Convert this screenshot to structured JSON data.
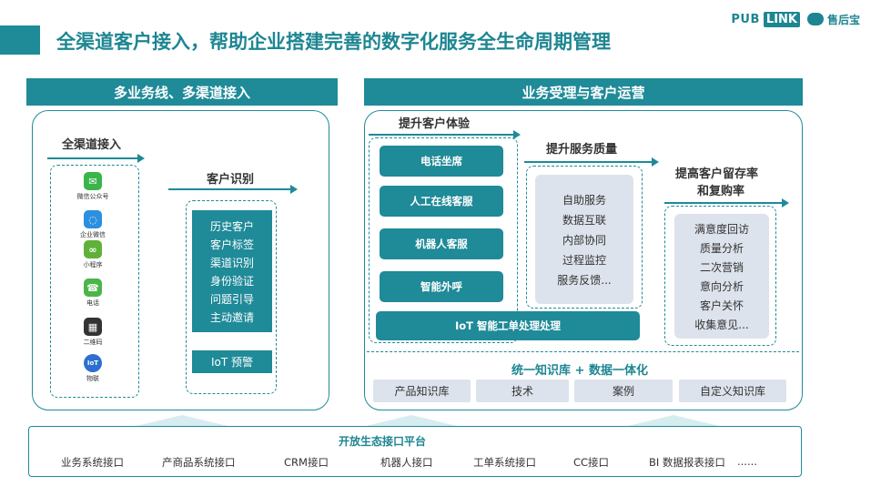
{
  "title": "全渠道客户接入，帮助企业搭建完善的数字化服务全生命周期管理",
  "logo": {
    "pub": "PUB",
    "link": "LINK",
    "cn": "售后宝"
  },
  "left": {
    "header": "多业务线、多渠道接入",
    "channel_label": "全渠道接入",
    "channels": [
      {
        "label": "微信公众号",
        "icon": "wechat-icon",
        "color": "#3bb44a",
        "glyph": "✉"
      },
      {
        "label": "企业微信",
        "icon": "wecom-icon",
        "color": "#2c8fe0",
        "glyph": "◌"
      },
      {
        "label": "小程序",
        "icon": "miniprogram-icon",
        "color": "#5fb13a",
        "glyph": "∞"
      },
      {
        "label": "电话",
        "icon": "phone-icon",
        "color": "#4cb54a",
        "glyph": "☎"
      },
      {
        "label": "二维码",
        "icon": "qrcode-icon",
        "color": "#333333",
        "glyph": "▦"
      },
      {
        "label": "物联",
        "icon": "iot-icon",
        "color": "#2c6fd1",
        "glyph": "IoT"
      }
    ],
    "identify_label": "客户识别",
    "identify_items": [
      "历史客户",
      "客户标签",
      "渠道识别",
      "身份验证",
      "问题引导",
      "主动邀请"
    ],
    "iot_alert": "IoT 预警"
  },
  "right": {
    "header": "业务受理与客户运营",
    "experience_label": "提升客户体验",
    "experience_items": [
      "电话坐席",
      "人工在线客服",
      "机器人客服",
      "智能外呼"
    ],
    "iot_workorder": "IoT 智能工单处理处理",
    "quality_label": "提升服务质量",
    "quality_items": [
      "自助服务",
      "数据互联",
      "内部协同",
      "过程监控",
      "服务反馈..."
    ],
    "retention_label_1": "提高客户留存率",
    "retention_label_2": "和复购率",
    "retention_items": [
      "满意度回访",
      "质量分析",
      "二次营销",
      "意向分析",
      "客户关怀",
      "收集意见..."
    ],
    "kb_title": "统一知识库 + 数据一体化",
    "kb_items": [
      "产品知识库",
      "技术",
      "案例",
      "自定义知识库"
    ]
  },
  "bottom": {
    "title": "开放生态接口平台",
    "apis": [
      "业务系统接口",
      "产商品系统接口",
      "CRM接口",
      "机器人接口",
      "工单系统接口",
      "CC接口",
      "BI 数据报表接口",
      "......"
    ]
  }
}
